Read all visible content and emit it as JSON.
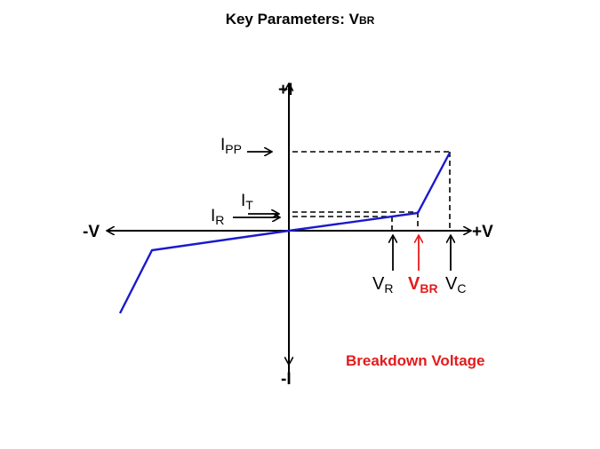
{
  "title": {
    "main": "Key Parameters: V",
    "sub": "BR"
  },
  "axes": {
    "pos_i": "+I",
    "neg_i": "-I",
    "pos_v": "+V",
    "neg_v": "-V"
  },
  "labels": {
    "ipp": {
      "main": "I",
      "sub": "PP"
    },
    "it": {
      "main": "I",
      "sub": "T"
    },
    "ir": {
      "main": "I",
      "sub": "R"
    },
    "vr": {
      "main": "V",
      "sub": "R"
    },
    "vbr": {
      "main": "V",
      "sub": "BR"
    },
    "vc": {
      "main": "V",
      "sub": "C"
    }
  },
  "caption": "Breakdown Voltage",
  "colors": {
    "curve": "#1a1acc",
    "highlight": "#e31b1b",
    "ink": "#000000"
  }
}
